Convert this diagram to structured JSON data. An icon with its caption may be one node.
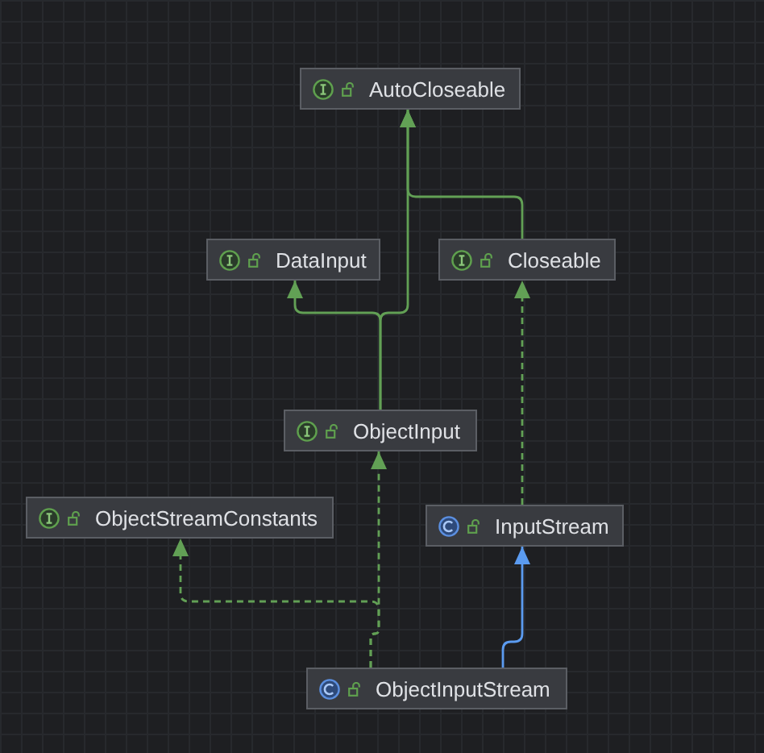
{
  "diagram": {
    "nodes": [
      {
        "text": [
          "AutoCloseable"
        ]
      },
      {
        "text": [
          "DataInput"
        ]
      },
      {
        "text": [
          "Closeable"
        ]
      },
      {
        "text": [
          "ObjectInput"
        ]
      },
      {
        "text": [
          "ObjectStreamConstants"
        ]
      },
      {
        "text": [
          "InputStream"
        ]
      },
      {
        "text": [
          "ObjectInputStream"
        ]
      }
    ],
    "edges": [
      {
        "from": 2,
        "to": 0,
        "arrow": "to"
      },
      {
        "from": 3,
        "to": 0,
        "arrow": "to"
      },
      {
        "from": 3,
        "to": 1,
        "arrow": "to"
      },
      {
        "from": 6,
        "to": 3,
        "arrow": "to",
        "style": "dashed"
      },
      {
        "from": 6,
        "to": 4,
        "arrow": "to",
        "style": "dashed"
      },
      {
        "from": 6,
        "to": 5,
        "arrow": "to",
        "color": "#5b9bf0"
      },
      {
        "from": 5,
        "to": 2,
        "arrow": "to",
        "style": "dashed"
      }
    ]
  }
}
